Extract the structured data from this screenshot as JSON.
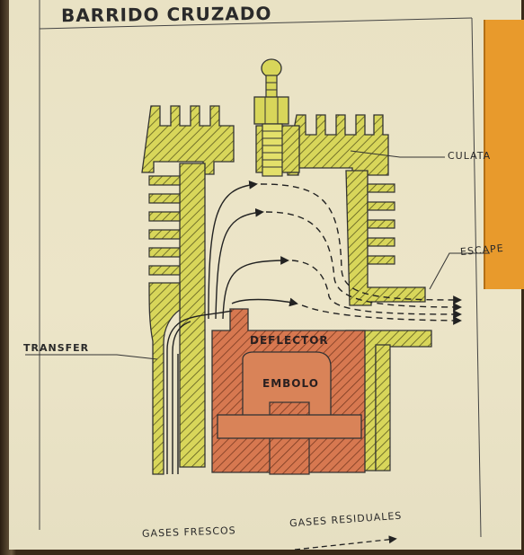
{
  "title": "BARRIDO CRUZADO",
  "labels": {
    "culata": "CULATA",
    "escape": "ESCAPE",
    "transfer": "TRANSFER",
    "deflector": "DEFLECTOR",
    "embolo": "EMBOLO"
  },
  "legend": {
    "fresh": "GASES FRESCOS",
    "residual": "GASES RESIDUALES"
  },
  "colors": {
    "metal": "#d8d65a",
    "piston": "#d77850",
    "accent_tab": "#e89a2c"
  }
}
